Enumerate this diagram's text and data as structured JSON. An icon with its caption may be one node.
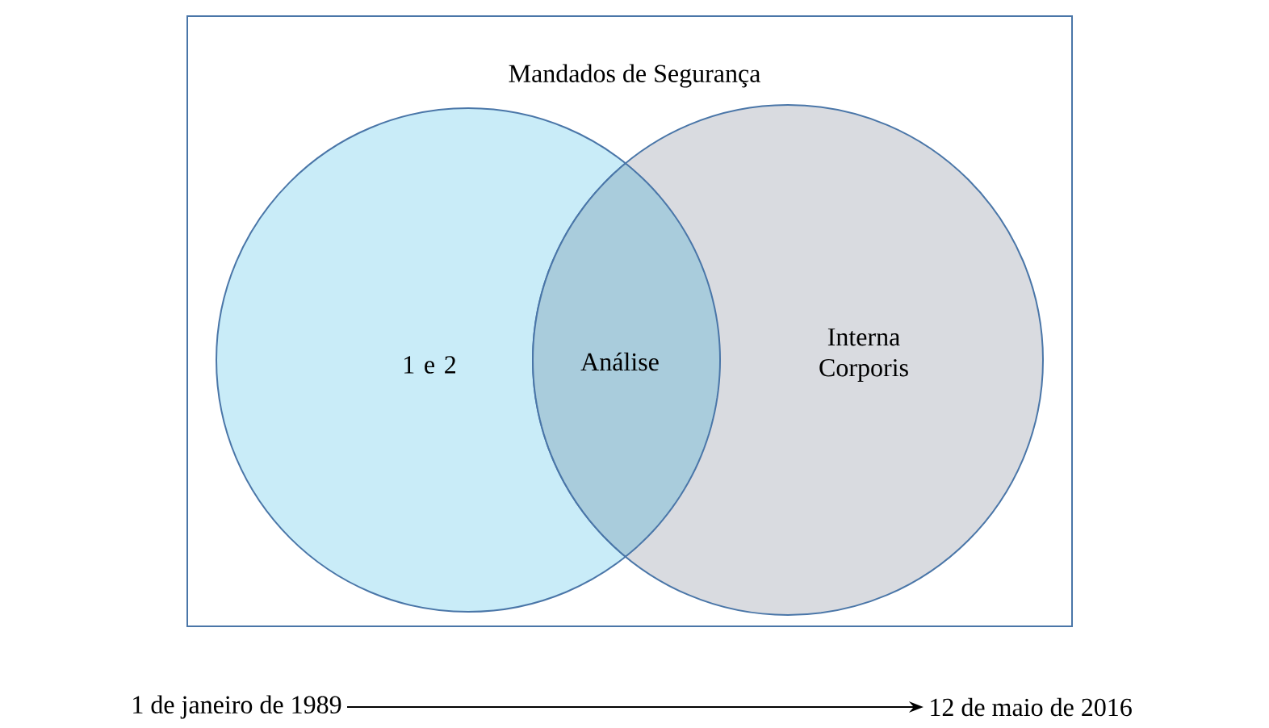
{
  "diagram": {
    "nodes": [
      {
        "text": [
          "Mandados de Segurança"
        ]
      },
      {
        "text": [
          "1 e 2"
        ],
        "in": 0
      },
      {
        "text": [
          "Interna Corporis"
        ],
        "in": 0
      },
      {
        "text": [
          "Análise"
        ]
      },
      {
        "text": [
          "1 de janeiro de 1989"
        ]
      },
      {
        "text": [
          "12 de maio de 2016"
        ]
      }
    ],
    "edges": [
      {
        "from": 4,
        "to": 5,
        "arrow": "to"
      }
    ]
  }
}
